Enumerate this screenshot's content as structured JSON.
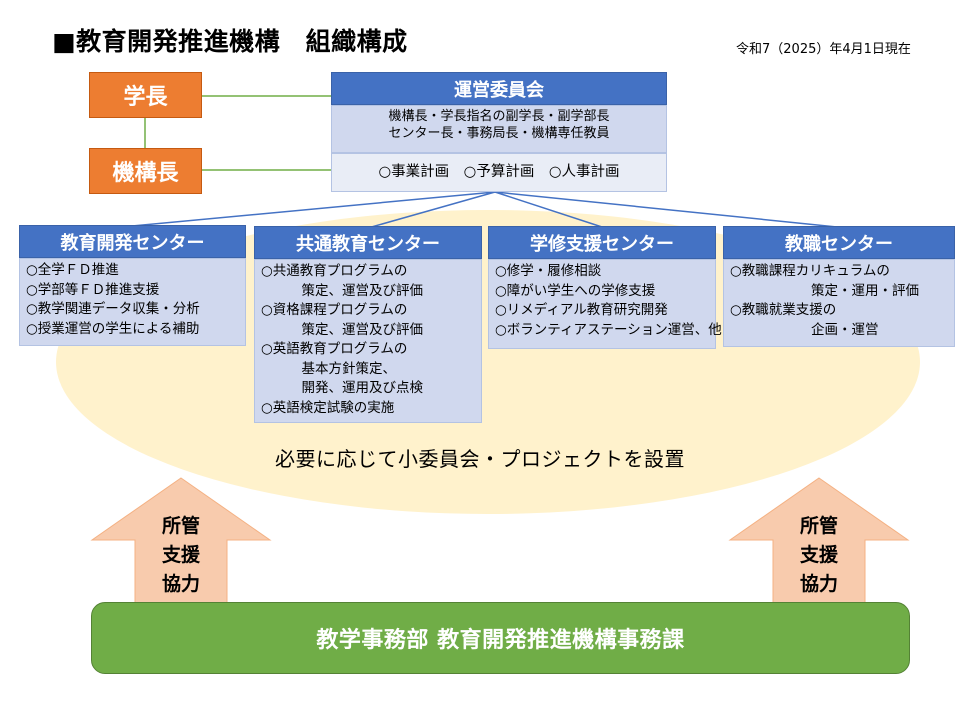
{
  "header": {
    "title": "■教育開発推進機構　組織構成",
    "date": "令和7（2025）年4月1日現在"
  },
  "leaders": {
    "president": "学長",
    "director": "機構長"
  },
  "committee": {
    "name": "運営委員会",
    "members_line1": "機構長・学長指名の副学長・副学部長",
    "members_line2": "センター長・事務局長・機構専任教員",
    "tasks": "○事業計画　○予算計画　○人事計画"
  },
  "centers": [
    {
      "name": "教育開発センター",
      "items": "○全学ＦＤ推進\n○学部等ＦＤ推進支援\n○教学関連データ収集・分析\n○授業運営の学生による補助"
    },
    {
      "name": "共通教育センター",
      "items": "○共通教育プログラムの\n　　　策定、運営及び評価\n○資格課程プログラムの\n　　　策定、運営及び評価\n○英語教育プログラムの\n　　　基本方針策定、\n　　　開発、運用及び点検\n○英語検定試験の実施"
    },
    {
      "name": "学修支援センター",
      "items": "○修学・履修相談\n○障がい学生への学修支援\n○リメディアル教育研究開発\n○ボランティアステーション運営、他"
    },
    {
      "name": "教職センター",
      "items": "○教職課程カリキュラムの\n　　　　　　策定・運用・評価\n○教職就業支援の\n　　　　　　企画・運営"
    }
  ],
  "subcommittee_note": "必要に応じて小委員会・プロジェクトを設置",
  "support_arrows": {
    "left": [
      "所管",
      "支援",
      "協力"
    ],
    "right": [
      "所管",
      "支援",
      "協力"
    ]
  },
  "office": "教学事務部 教育開発推進機構事務課",
  "colors": {
    "orange": "#ED7D31",
    "blue_header": "#4472C4",
    "blue_body": "#D0D8EE",
    "ellipse": "#FFF2CC",
    "arrow": "#F8CBAD",
    "green": "#70AD47"
  }
}
